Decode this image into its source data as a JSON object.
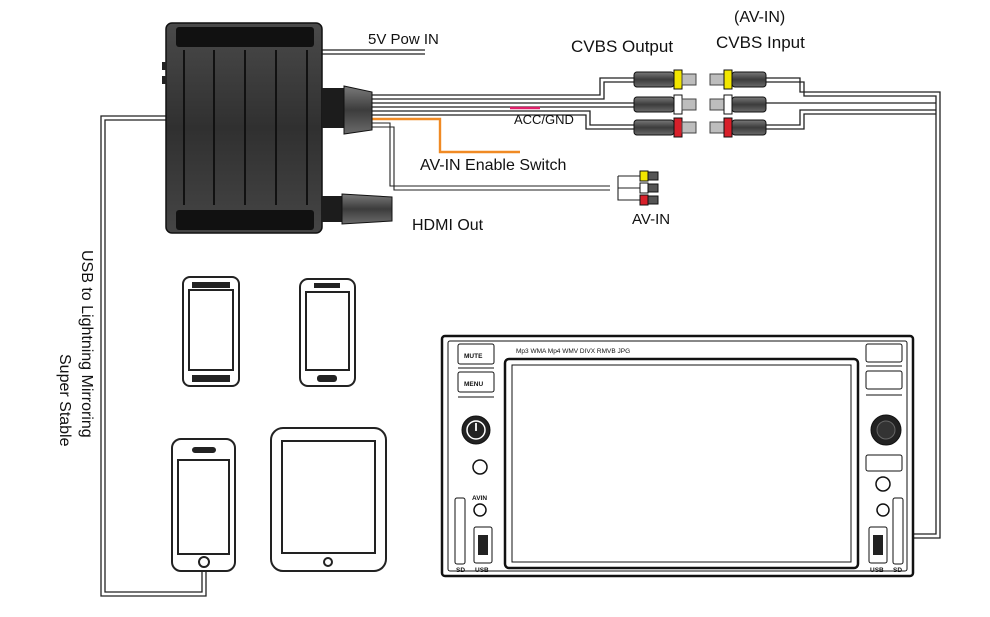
{
  "labels": {
    "pow_in": "5V Pow IN",
    "acc_gnd": "ACC/GND",
    "av_in_enable": "AV-IN Enable Switch",
    "av_in_bottom": "AV-IN",
    "hdmi_out": "HDMI Out",
    "cvbs_output": "CVBS Output",
    "av_in_top": "(AV-IN)",
    "cvbs_input": "CVBS Input",
    "usb_line1": "USB to Lightning Mirroring",
    "usb_line2": "Super Stable"
  },
  "head_unit": {
    "mute": "MUTE",
    "menu": "MENU",
    "formats": "Mp3 WMA Mp4 WMV DIVX RMVB JPG",
    "avin": "AVIN",
    "sd_left": "SD",
    "usb_left": "USB",
    "usb_right": "USB",
    "sd_right": "SD"
  },
  "colors": {
    "box_body": "#3a3a3a",
    "box_dark": "#161616",
    "rca_yellow": "#f2e600",
    "rca_white": "#ffffff",
    "rca_red": "#d8202a",
    "switch_wire": "#f08a24",
    "acc_wire": "#e0206a"
  },
  "icons": [
    "power-icon",
    "knob-icon",
    "usb-port-icon"
  ]
}
